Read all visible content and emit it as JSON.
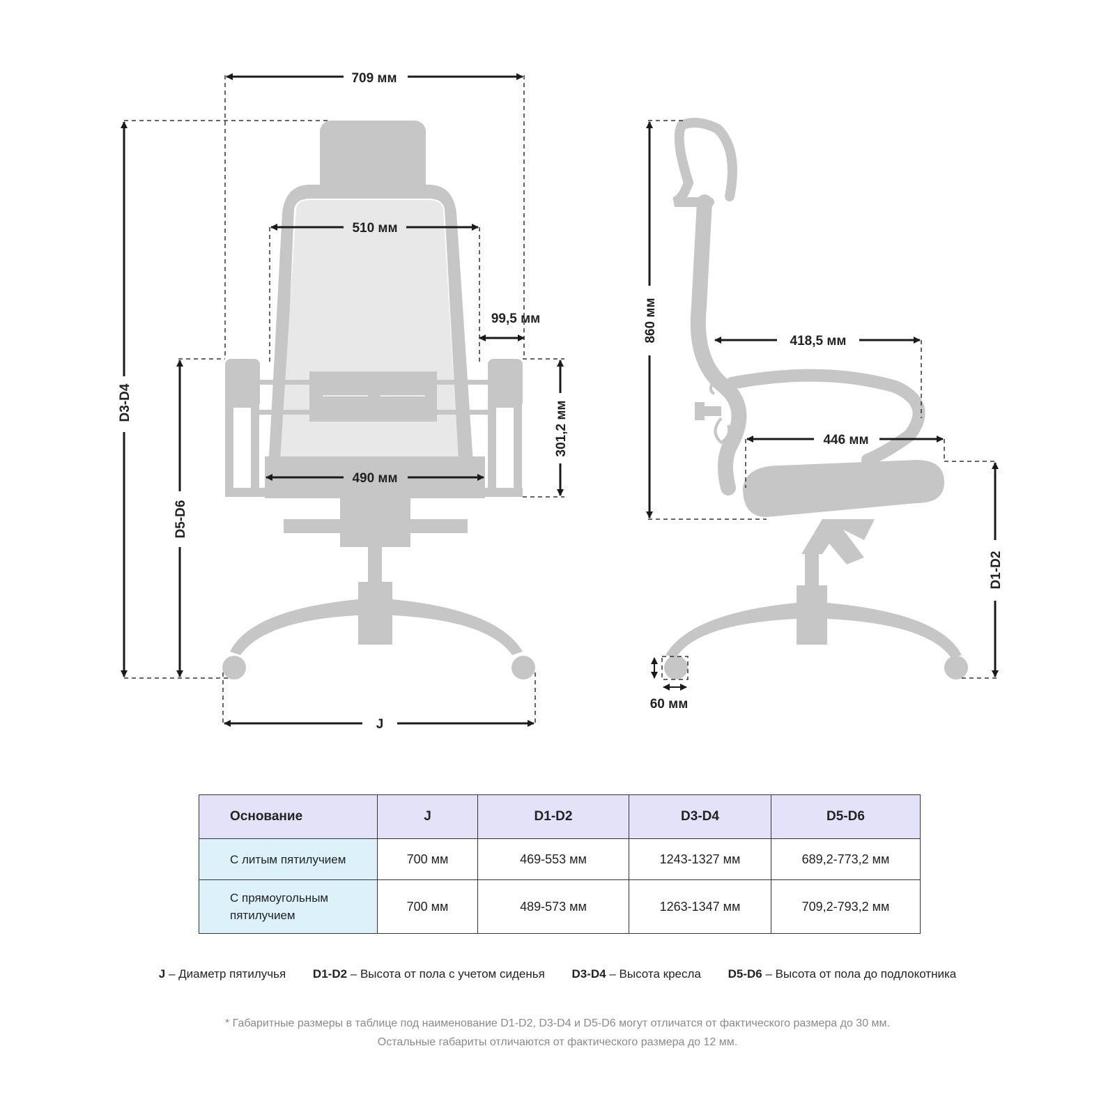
{
  "dimensions": {
    "width_total": "709 мм",
    "back_width": "510 мм",
    "armrest_width": "99,5 мм",
    "armrest_height": "301,2 мм",
    "seat_width": "490 мм",
    "height_total": "D3-D4",
    "armrest_floor": "D5-D6",
    "base_diameter": "J",
    "back_height": "860 мм",
    "backrest_depth": "418,5 мм",
    "seat_depth": "446 мм",
    "seat_floor": "D1-D2",
    "wheel": "60 мм"
  },
  "table": {
    "headers": [
      "Основание",
      "J",
      "D1-D2",
      "D3-D4",
      "D5-D6"
    ],
    "rows": [
      [
        "С литым пятилучием",
        "700 мм",
        "469-553 мм",
        "1243-1327 мм",
        "689,2-773,2 мм"
      ],
      [
        "С прямоугольным пятилучием",
        "700 мм",
        "489-573 мм",
        "1263-1347 мм",
        "709,2-793,2 мм"
      ]
    ]
  },
  "legend": [
    {
      "key": "J",
      "text": " – Диаметр пятилучья"
    },
    {
      "key": "D1-D2",
      "text": " – Высота от пола с учетом сиденья"
    },
    {
      "key": "D3-D4",
      "text": " – Высота кресла"
    },
    {
      "key": "D5-D6",
      "text": " – Высота от пола до подлокотника"
    }
  ],
  "notes": [
    "* Габаритные размеры в таблице под наименование D1-D2, D3-D4 и D5-D6 могут отличатся от фактического размера до 30 мм.",
    "Остальные габариты отличаются от фактического размера до 12 мм."
  ]
}
